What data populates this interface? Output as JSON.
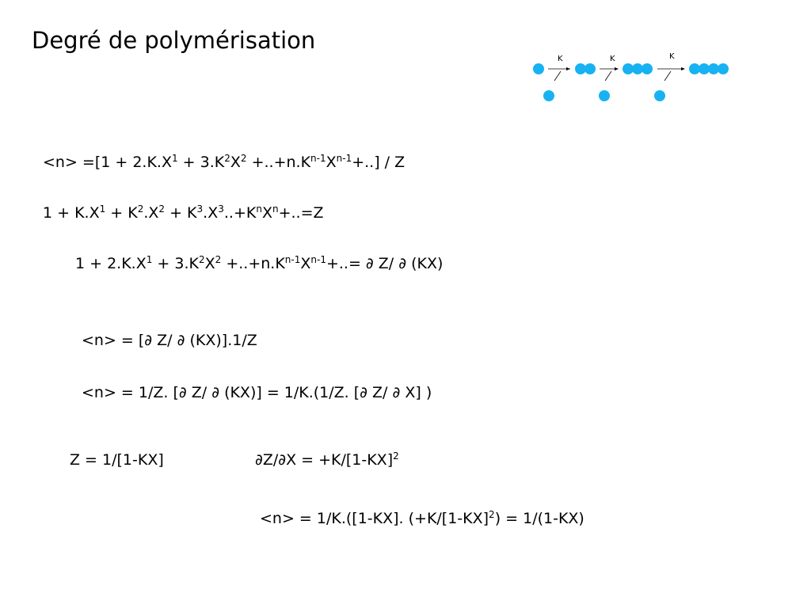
{
  "slide": {
    "title": "Degré de polymérisation"
  },
  "diagram": {
    "bead_color": "#17B2F2",
    "arrow_labels": [
      "K",
      "K",
      "K"
    ]
  },
  "equations": {
    "eq1": [
      "<n> =[1 + 2.K.X",
      "1",
      " + 3.K",
      "2",
      "X",
      "2",
      " +..+n.K",
      "n-1",
      "X",
      "n-1",
      "+..] / Z"
    ],
    "eq2": [
      "1 + K.X",
      "1",
      " + K",
      "2",
      ".X",
      "2",
      " +  K",
      "3",
      ".X",
      "3",
      "..+K",
      "n",
      "X",
      "n",
      "+..=Z"
    ],
    "eq3": [
      "1 + 2.K.X",
      "1",
      " + 3.K",
      "2",
      "X",
      "2",
      " +..+n.K",
      "n-1",
      "X",
      "n-1",
      "+..= ∂ Z/ ∂ (KX)"
    ],
    "eq4": [
      "<n> = [∂ Z/ ∂ (KX)].1/Z"
    ],
    "eq5": [
      "<n> = 1/Z. [∂ Z/ ∂ (KX)] = 1/K.(1/Z. [∂ Z/ ∂ X] )"
    ],
    "eq6": [
      "Z = 1/[1-KX]"
    ],
    "eq7": [
      "∂Z/∂X = +K/[1-KX]",
      "2"
    ],
    "eq8": [
      "<n> = 1/K.([1-KX]. (+K/[1-KX]",
      "2",
      ") = 1/(1-KX)"
    ]
  }
}
